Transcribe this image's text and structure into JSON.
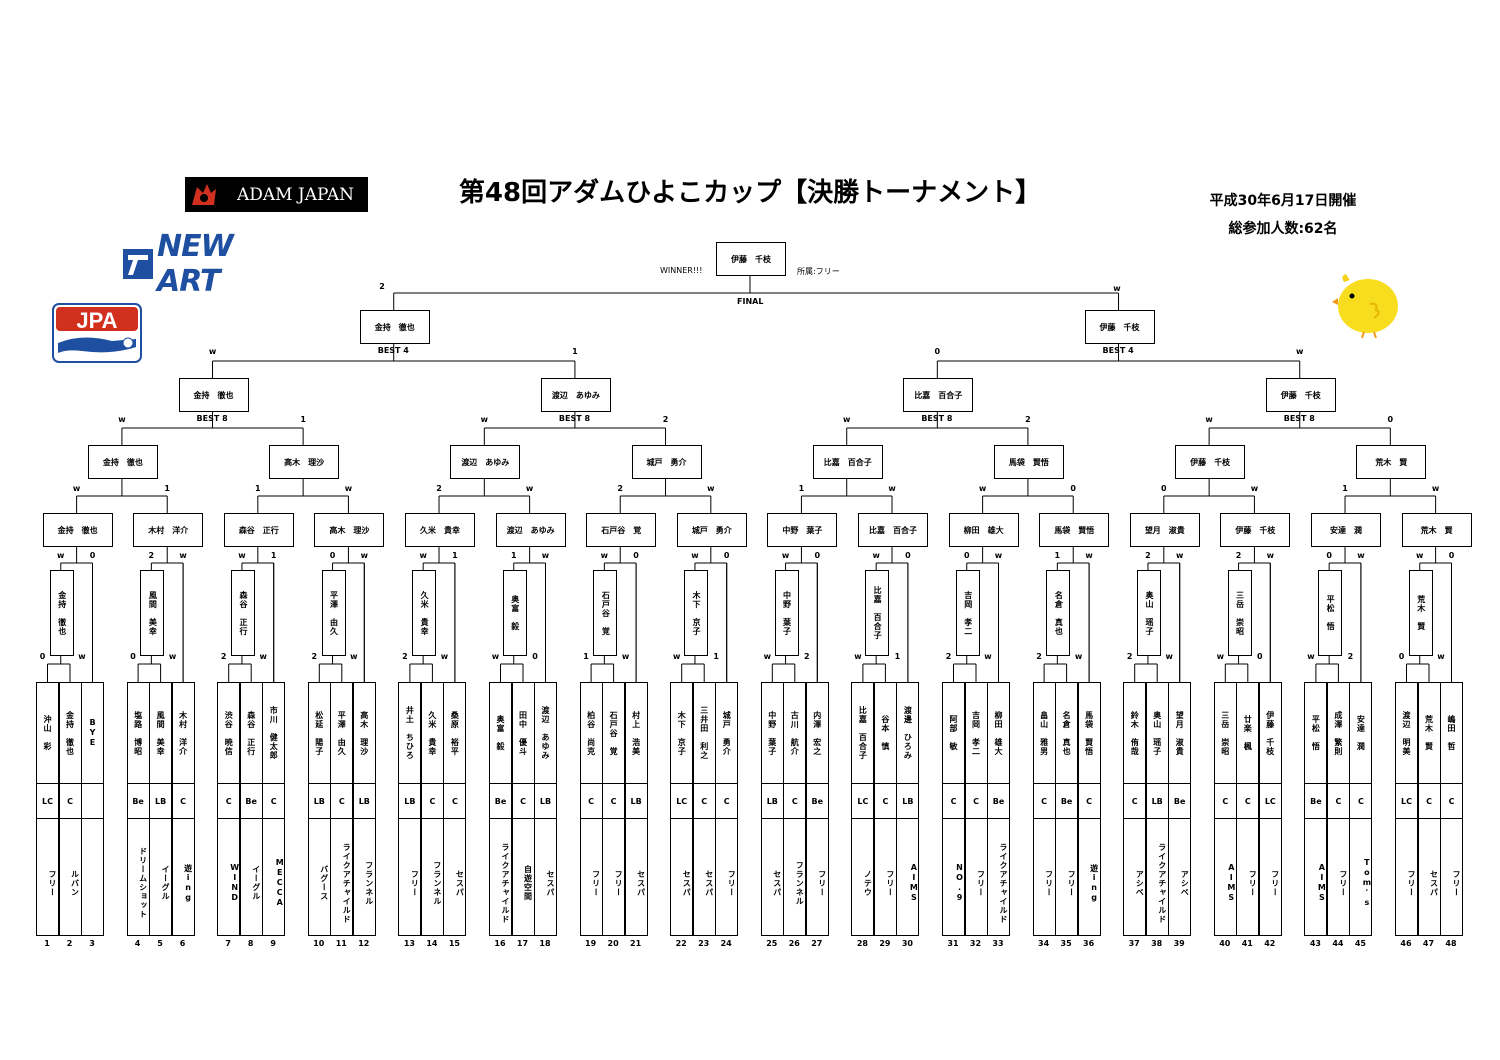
{
  "title": "第48回アダムひよこカップ【決勝トーナメント】",
  "date": "平成30年6月17日開催",
  "participants_count": "総参加人数:62名",
  "logos": {
    "adam": "ADAM JAPAN",
    "newart": "NEW ART",
    "jpa": "JPA"
  },
  "winner": {
    "label": "WINNER!!!",
    "name": "伊藤　千枝",
    "affiliation": "所属:フリー"
  },
  "final_label": "FINAL",
  "best4_label": "BEST 4",
  "best8_label": "BEST 8",
  "players": [
    {
      "no": "1",
      "name": "沖山　彩",
      "cls": "LC",
      "aff": "フリー"
    },
    {
      "no": "2",
      "name": "金持　徹也",
      "cls": "C",
      "aff": "ルバン"
    },
    {
      "no": "3",
      "name": "BYE",
      "cls": "",
      "aff": ""
    },
    {
      "no": "4",
      "name": "塩路　博昭",
      "cls": "Be",
      "aff": "ドリームショット"
    },
    {
      "no": "5",
      "name": "風間　美幸",
      "cls": "LB",
      "aff": "イーグル"
    },
    {
      "no": "6",
      "name": "木村　洋介",
      "cls": "C",
      "aff": "遊ing"
    },
    {
      "no": "7",
      "name": "渋谷　暁信",
      "cls": "C",
      "aff": "WIND"
    },
    {
      "no": "8",
      "name": "森谷　正行",
      "cls": "Be",
      "aff": "イーグル"
    },
    {
      "no": "9",
      "name": "市川　健太郎",
      "cls": "C",
      "aff": "MECCA"
    },
    {
      "no": "10",
      "name": "松延　陽子",
      "cls": "LB",
      "aff": "バグース"
    },
    {
      "no": "11",
      "name": "平澤　由久",
      "cls": "C",
      "aff": "ライクアチャイルド"
    },
    {
      "no": "12",
      "name": "高木　理沙",
      "cls": "LB",
      "aff": "フランネル"
    },
    {
      "no": "13",
      "name": "井土　ちひろ",
      "cls": "LB",
      "aff": "フリー"
    },
    {
      "no": "14",
      "name": "久米　貴幸",
      "cls": "C",
      "aff": "フランネル"
    },
    {
      "no": "15",
      "name": "桑原　裕平",
      "cls": "C",
      "aff": "セスパ"
    },
    {
      "no": "16",
      "name": "奥富　毅",
      "cls": "Be",
      "aff": "ライクアチャイルド"
    },
    {
      "no": "17",
      "name": "田中　優斗",
      "cls": "C",
      "aff": "自遊空間"
    },
    {
      "no": "18",
      "name": "渡辺　あゆみ",
      "cls": "LB",
      "aff": "セスパ"
    },
    {
      "no": "19",
      "name": "柏谷　尚克",
      "cls": "C",
      "aff": "フリー"
    },
    {
      "no": "20",
      "name": "石戸谷　覚",
      "cls": "C",
      "aff": "フリー"
    },
    {
      "no": "21",
      "name": "村上　浩美",
      "cls": "LB",
      "aff": "セスパ"
    },
    {
      "no": "22",
      "name": "木下　京子",
      "cls": "LC",
      "aff": "セスパ"
    },
    {
      "no": "23",
      "name": "三井田　利之",
      "cls": "C",
      "aff": "セスパ"
    },
    {
      "no": "24",
      "name": "城戸　勇介",
      "cls": "C",
      "aff": "フリー"
    },
    {
      "no": "25",
      "name": "中野　葉子",
      "cls": "LB",
      "aff": "セスパ"
    },
    {
      "no": "26",
      "name": "古川　航介",
      "cls": "C",
      "aff": "フランネル"
    },
    {
      "no": "27",
      "name": "内澤　宏之",
      "cls": "Be",
      "aff": "フリー"
    },
    {
      "no": "28",
      "name": "比嘉　百合子",
      "cls": "LC",
      "aff": "ノテウ"
    },
    {
      "no": "29",
      "name": "谷本　慎",
      "cls": "C",
      "aff": "フリー"
    },
    {
      "no": "30",
      "name": "渡邊　ひろみ",
      "cls": "LB",
      "aff": "AIMS"
    },
    {
      "no": "31",
      "name": "阿部　敏",
      "cls": "C",
      "aff": "NO.9"
    },
    {
      "no": "32",
      "name": "吉岡　孝二",
      "cls": "C",
      "aff": "フリー"
    },
    {
      "no": "33",
      "name": "柳田　雄大",
      "cls": "Be",
      "aff": "ライクアチャイルド"
    },
    {
      "no": "34",
      "name": "畠山　雅男",
      "cls": "C",
      "aff": "フリー"
    },
    {
      "no": "35",
      "name": "名倉　真也",
      "cls": "Be",
      "aff": "フリー"
    },
    {
      "no": "36",
      "name": "馬袋　賢悟",
      "cls": "C",
      "aff": "遊ing"
    },
    {
      "no": "37",
      "name": "鈴木　侑哉",
      "cls": "C",
      "aff": "アシベ"
    },
    {
      "no": "38",
      "name": "奥山　瑶子",
      "cls": "LB",
      "aff": "ライクアチャイルド"
    },
    {
      "no": "39",
      "name": "望月　淑貴",
      "cls": "Be",
      "aff": "アシベ"
    },
    {
      "no": "40",
      "name": "三岳　崇昭",
      "cls": "C",
      "aff": "AIMS"
    },
    {
      "no": "41",
      "name": "廿楽　楓",
      "cls": "C",
      "aff": "フリー"
    },
    {
      "no": "42",
      "name": "伊藤　千枝",
      "cls": "LC",
      "aff": "フリー"
    },
    {
      "no": "43",
      "name": "平松　悟",
      "cls": "Be",
      "aff": "AIMS"
    },
    {
      "no": "44",
      "name": "成澤　繁則",
      "cls": "C",
      "aff": "フリー"
    },
    {
      "no": "45",
      "name": "安達　潤",
      "cls": "C",
      "aff": "Tom's"
    },
    {
      "no": "46",
      "name": "渡辺　明美",
      "cls": "LC",
      "aff": "フリー"
    },
    {
      "no": "47",
      "name": "荒木　賢",
      "cls": "C",
      "aff": "セスパ"
    },
    {
      "no": "48",
      "name": "嶋田　哲",
      "cls": "C",
      "aff": "フリー"
    }
  ],
  "round1": [
    {
      "name": "金持　徹也",
      "left": "0",
      "right": "w"
    },
    {
      "name": "風間　美幸",
      "left": "0",
      "right": "w"
    },
    {
      "name": "森谷　正行",
      "left": "2",
      "right": "w"
    },
    {
      "name": "平澤　由久",
      "left": "2",
      "right": "w"
    },
    {
      "name": "久米　貴幸",
      "left": "2",
      "right": "w"
    },
    {
      "name": "奥富　毅",
      "left": "w",
      "right": "0"
    },
    {
      "name": "石戸谷　覚",
      "left": "1",
      "right": "w"
    },
    {
      "name": "木下　京子",
      "left": "w",
      "right": "1"
    },
    {
      "name": "中野　葉子",
      "left": "w",
      "right": "2"
    },
    {
      "name": "比嘉　百合子",
      "left": "w",
      "right": "1"
    },
    {
      "name": "吉岡　孝二",
      "left": "2",
      "right": "w"
    },
    {
      "name": "名倉　真也",
      "left": "2",
      "right": "w"
    },
    {
      "name": "奥山　瑶子",
      "left": "2",
      "right": "w"
    },
    {
      "name": "三岳　崇昭",
      "left": "w",
      "right": "0"
    },
    {
      "name": "平松　悟",
      "left": "w",
      "right": "2"
    },
    {
      "name": "荒木　賢",
      "left": "0",
      "right": "w"
    }
  ],
  "round1_top_scores": [
    {
      "left": "w",
      "right": "0"
    },
    {
      "left": "2",
      "right": "w"
    },
    {
      "left": "w",
      "right": "1"
    },
    {
      "left": "0",
      "right": "w"
    },
    {
      "left": "w",
      "right": "1"
    },
    {
      "left": "1",
      "right": "w"
    },
    {
      "left": "w",
      "right": "0"
    },
    {
      "left": "w",
      "right": "0"
    },
    {
      "left": "w",
      "right": "0"
    },
    {
      "left": "w",
      "right": "0"
    },
    {
      "left": "0",
      "right": "w"
    },
    {
      "left": "1",
      "right": "w"
    },
    {
      "left": "2",
      "right": "w"
    },
    {
      "left": "2",
      "right": "w"
    },
    {
      "left": "0",
      "right": "w"
    },
    {
      "left": "w",
      "right": "0"
    }
  ],
  "round2": [
    {
      "name": "金持　徹也"
    },
    {
      "name": "木村　洋介"
    },
    {
      "name": "森谷　正行"
    },
    {
      "name": "高木　理沙"
    },
    {
      "name": "久米　貴幸"
    },
    {
      "name": "渡辺　あゆみ"
    },
    {
      "name": "石戸谷　覚"
    },
    {
      "name": "城戸　勇介"
    },
    {
      "name": "中野　葉子"
    },
    {
      "name": "比嘉　百合子"
    },
    {
      "name": "柳田　雄大"
    },
    {
      "name": "馬袋　賢悟"
    },
    {
      "name": "望月　淑貴"
    },
    {
      "name": "伊藤　千枝"
    },
    {
      "name": "安達　潤"
    },
    {
      "name": "荒木　賢"
    }
  ],
  "round2_scores": [
    {
      "left": "w",
      "right": "1"
    },
    {
      "left": "1",
      "right": "w"
    },
    {
      "left": "2",
      "right": "w"
    },
    {
      "left": "2",
      "right": "w"
    },
    {
      "left": "1",
      "right": "w"
    },
    {
      "left": "w",
      "right": "0"
    },
    {
      "left": "0",
      "right": "w"
    },
    {
      "left": "1",
      "right": "w"
    }
  ],
  "round3": [
    {
      "name": "金持　徹也"
    },
    {
      "name": "高木　理沙"
    },
    {
      "name": "渡辺　あゆみ"
    },
    {
      "name": "城戸　勇介"
    },
    {
      "name": "比嘉　百合子"
    },
    {
      "name": "馬袋　賢悟"
    },
    {
      "name": "伊藤　千枝"
    },
    {
      "name": "荒木　賢"
    }
  ],
  "round3_scores": [
    {
      "left": "w",
      "right": "1"
    },
    {
      "left": "w",
      "right": "2"
    },
    {
      "left": "w",
      "right": "2"
    },
    {
      "left": "w",
      "right": "0"
    }
  ],
  "round4": [
    {
      "name": "金持　徹也"
    },
    {
      "name": "渡辺　あゆみ"
    },
    {
      "name": "比嘉　百合子"
    },
    {
      "name": "伊藤　千枝"
    }
  ],
  "round4_scores": [
    {
      "left": "w",
      "right": "1"
    },
    {
      "left": "0",
      "right": "w"
    }
  ],
  "round5": [
    {
      "name": "金持　徹也"
    },
    {
      "name": "伊藤　千枝"
    }
  ],
  "final_scores": {
    "left": "2",
    "right": "w"
  }
}
